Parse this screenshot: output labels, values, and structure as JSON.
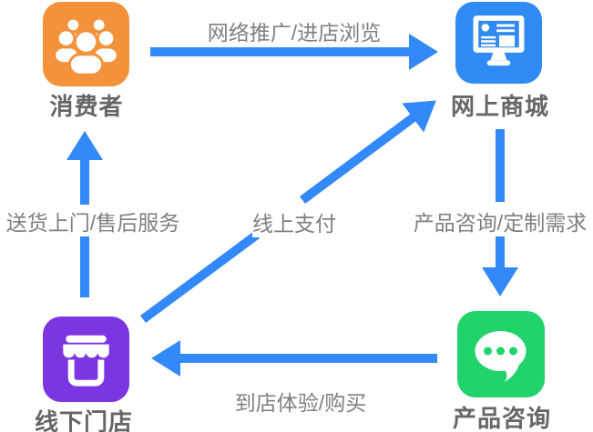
{
  "diagram": {
    "type": "flow",
    "colors": {
      "arrow_blue": "#3389F8",
      "consumer_orange": "#F3923A",
      "mall_blue": "#2F8BF2",
      "chat_green": "#22D36B",
      "store_purple": "#7B35E1",
      "node_label_gray": "#666666",
      "edge_label_gray": "#7F7F7F",
      "background": "#FFFFFF"
    },
    "nodes": [
      {
        "id": "consumer",
        "label": "消费者",
        "icon": "people-group-icon",
        "color": "#F3923A",
        "position": "top-left"
      },
      {
        "id": "online-mall",
        "label": "网上商城",
        "icon": "monitor-icon",
        "color": "#2F8BF2",
        "position": "top-right"
      },
      {
        "id": "product-consult",
        "label": "产品咨询",
        "icon": "chat-bubble-icon",
        "color": "#22D36B",
        "position": "bottom-right"
      },
      {
        "id": "offline-store",
        "label": "线下门店",
        "icon": "storefront-icon",
        "color": "#7B35E1",
        "position": "bottom-left"
      }
    ],
    "edges": [
      {
        "from": "consumer",
        "to": "online-mall",
        "label": "网络推广/进店浏览",
        "direction": "right"
      },
      {
        "from": "online-mall",
        "to": "product-consult",
        "label": "产品咨询/定制需求",
        "direction": "down"
      },
      {
        "from": "product-consult",
        "to": "offline-store",
        "label": "到店体验/购买",
        "direction": "left"
      },
      {
        "from": "offline-store",
        "to": "consumer",
        "label": "送货上门/售后服务",
        "direction": "up"
      },
      {
        "from": "offline-store",
        "to": "online-mall",
        "label": "线上支付",
        "direction": "diagonal-up-right"
      }
    ]
  }
}
